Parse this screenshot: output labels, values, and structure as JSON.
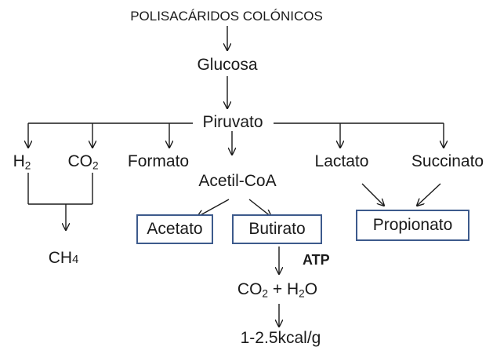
{
  "nodes": {
    "polysaccharides": "POLISACÁRIDOS COLÓNICOS",
    "glucose": "Glucosa",
    "pyruvate": "Piruvato",
    "h2": {
      "base": "H",
      "sub": "2"
    },
    "co2": {
      "base": "CO",
      "sub": "2"
    },
    "formate": "Formato",
    "acetyl_coa": "Acetil-CoA",
    "lactate": "Lactato",
    "succinate": "Succinato",
    "ch4": {
      "base": "CH",
      "sub": "4"
    },
    "acetate": "Acetato",
    "butyrate": "Butirato",
    "propionate": "Propionato",
    "atp": "ATP",
    "co2_h2o": {
      "co": "CO",
      "co_sub": "2",
      "plus": " + H",
      "h_sub": "2",
      "o": "O"
    },
    "energy": "1-2.5kcal/g"
  },
  "colors": {
    "box_border": "#3d5a8c",
    "arrow": "#1a1a1a"
  }
}
